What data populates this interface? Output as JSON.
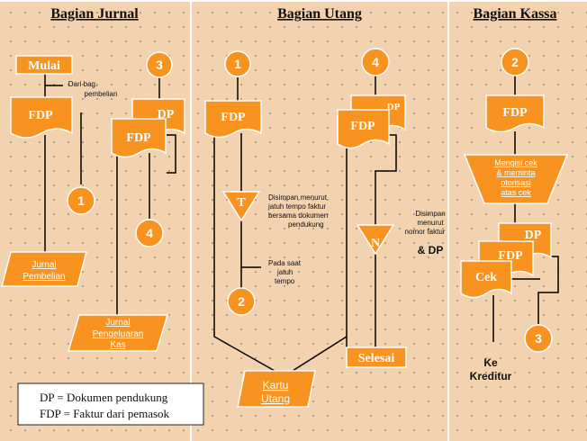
{
  "sections": {
    "jurnal": "Bagian Jurnal",
    "utang": "Bagian Utang",
    "kassa": "Bagian Kassa"
  },
  "jurnal": {
    "start": "Mulai",
    "note_from": [
      "Dari bag.",
      "pembelian"
    ],
    "fdp": "FDP",
    "dp": "DP",
    "fdp2": "FDP",
    "conn_3": "3",
    "conn_1": "1",
    "conn_4": "4",
    "doc_jurnal_pembelian": [
      "Jurnal",
      "Pembelian"
    ],
    "doc_jurnal_pengeluaran": [
      "Jurnal",
      "Pengeluaran",
      "Kas"
    ]
  },
  "utang": {
    "conn_1": "1",
    "conn_4": "4",
    "fdp": "FDP",
    "fdp2": "FDP",
    "dp": "DP",
    "store_t": "T",
    "note_t": [
      "Disimpan menurut",
      "jatuh tempo faktur",
      "bersama dokumen",
      "pendukung"
    ],
    "note_due": [
      "Pada saat",
      "jatuh",
      "tempo"
    ],
    "conn_2": "2",
    "store_n": "N",
    "note_n": [
      "Disimpan",
      "menurut",
      "nomor faktur",
      "& DP"
    ],
    "doc_kartu_utang": [
      "Kartu",
      "Utang"
    ],
    "end": "Selesai"
  },
  "kassa": {
    "conn_2": "2",
    "fdp": "FDP",
    "process": [
      "Mengisi cek",
      "& meminta",
      "otorisasi",
      "atas cek"
    ],
    "dp": "DP",
    "fdp2": "FDP",
    "cek": "Cek",
    "conn_3": "3",
    "ke_kreditur": [
      "Ke",
      "Kreditur"
    ]
  },
  "legend": {
    "line1": "DP = Dokumen  pendukung",
    "line2": "FDP = Faktur  dari pemasok"
  },
  "colors": {
    "shape_fill": "#f7931e",
    "background": "#f3d2b0"
  }
}
